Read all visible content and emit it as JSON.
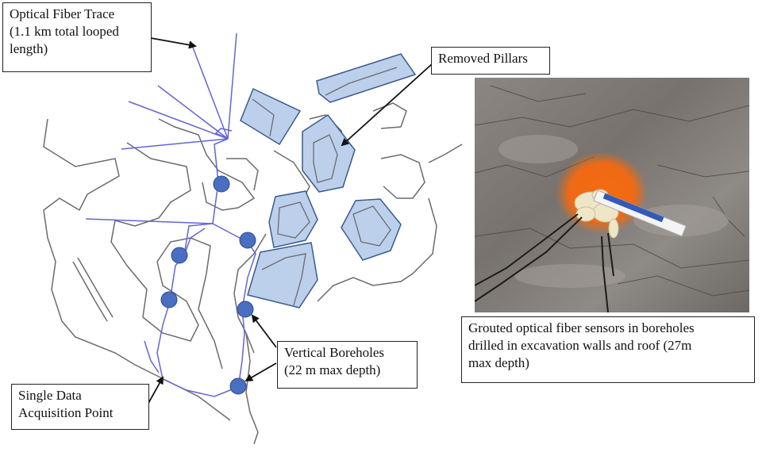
{
  "labels": {
    "fiber_trace": "Optical Fiber Trace\n(1.1 km total looped\nlength)",
    "removed_pillars": "Removed Pillars",
    "vertical_boreholes": "Vertical Boreholes\n(22 m max depth)",
    "data_acquisition": "Single Data\nAcquisition Point",
    "photo_caption": "Grouted optical fiber sensors in boreholes\ndrilled in excavation walls and roof (27m\nmax depth)"
  },
  "colors": {
    "fiber": "#6464d8",
    "pillar_fill": "#bcd0ec",
    "pillar_stroke": "#3c5a8c",
    "borehole": "#4a6fc0",
    "outline": "#6b6b6b",
    "orange_spray": "#f26a10"
  }
}
